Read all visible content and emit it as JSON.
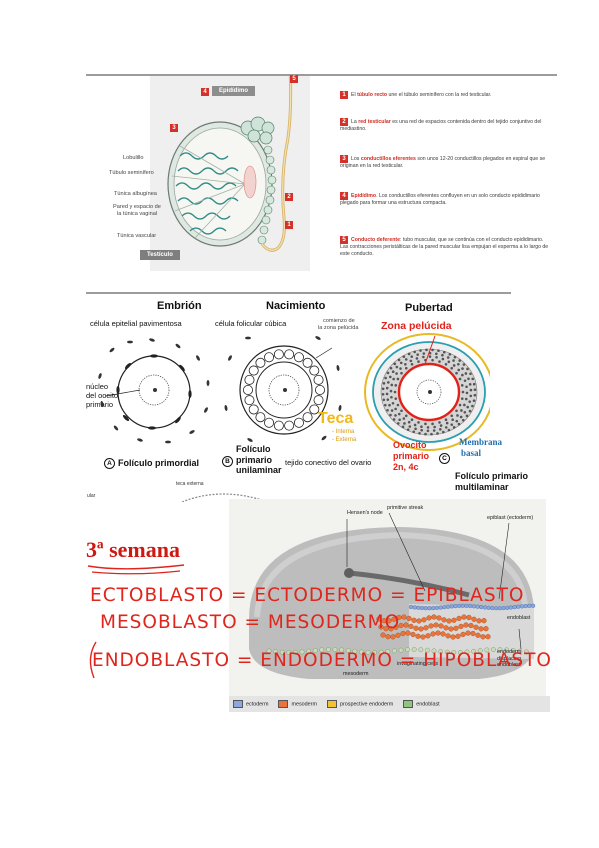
{
  "section1": {
    "badges": {
      "b5": "5",
      "b4": "4",
      "b3": "3",
      "b2": "2",
      "b1": "1"
    },
    "epididimo_tag": "Epidídimo",
    "testiculo_tag": "Testículo",
    "labels": [
      "Lobulillo",
      "Túbulo seminífero",
      "Túnica albugínea",
      "Pared y espacio de",
      "la túnica vaginal",
      "Túnica vascular"
    ],
    "legend": [
      {
        "num": "1",
        "bold": "túbulo recto",
        "pre": "El ",
        "post": " une el túbulo seminífero con la red testicular."
      },
      {
        "num": "2",
        "bold": "red testicular",
        "pre": "La ",
        "post": " es una red de espacios contenida dentro del tejido conjuntivo del mediastino."
      },
      {
        "num": "3",
        "bold": "conductillos eferentes",
        "pre": "Los ",
        "post": " son unos 12-20 conductillos plegados en espiral que se originan en la red testicular."
      },
      {
        "num": "4",
        "bold": "Epidídimo",
        "pre": "",
        "post": ". Los conductillos eferentes confluyen en un solo conducto epididimario plegado para formar una estructura compacta."
      },
      {
        "num": "5",
        "bold": "Conducto deferente",
        "pre": "",
        "post": ": tubo muscular, que se continúa con el conducto epididimario. Las contracciones peristálticas de la pared muscular lisa empujan el esperma a lo largo de este conducto."
      }
    ]
  },
  "section2": {
    "stage_embrion": "Embrión",
    "stage_nacimiento": "Nacimiento",
    "stage_pubertad": "Pubertad",
    "celula_epitelial": "célula epitelial pavimentosa",
    "celula_folicular": "célula folicular cúbica",
    "comienzo_zona": "comienzo de",
    "comienzo_zona2": "la zona pelúcida",
    "zona_pelucida": "Zona pelúcida",
    "nucleo_1": "núcleo",
    "nucleo_2": "del oocito",
    "nucleo_3": "primario",
    "teca": "Teca",
    "teca_interna": "- Interna",
    "teca_externa": "- Externa",
    "membrana_1": "Membrana",
    "membrana_2": "basal",
    "letter_a": "A",
    "letter_b": "B",
    "letter_c": "C",
    "foliculo_primordial": "Folículo primordial",
    "foliculo_primario_1": "Folículo",
    "foliculo_primario_2": "primario",
    "foliculo_primario_3": "unilaminar",
    "tejido_conectivo": "tejido conectivo del ovario",
    "ovocito_1": "Ovocito",
    "ovocito_2": "primario",
    "ovocito_3": "2n, 4c",
    "foliculo_multi_1": "Folículo primario",
    "foliculo_multi_2": "multilaminar",
    "teca_externa_small": "teca externa",
    "tiny_left": "ular"
  },
  "section3": {
    "semana": "3ª semana",
    "hand1": "ECTOBLASTO = ECTODERMO = EPIBLASTO",
    "hand2": "MESOBLASTO = MESODERMO",
    "hand3": "ENDOBLASTO = ENDODERMO = HIPOBLASTO",
    "labels": {
      "hensen": "Hensen's node",
      "primitive": "primitive streak",
      "epiblast": "epiblast (ectoderm)",
      "endoblast": "endoblast",
      "mesoderm": "mesoderm",
      "endoderm_1": "endoderm",
      "endoderm_2": "displacing",
      "endoderm_3": "endoblast",
      "invaginating": "invaginating cells"
    },
    "legend": [
      {
        "label": "ectoderm",
        "color": "#8aa8de"
      },
      {
        "label": "mesoderm",
        "color": "#e8743c"
      },
      {
        "label": "prospective endoderm",
        "color": "#f1c232"
      },
      {
        "label": "endoblast",
        "color": "#93c47d"
      }
    ]
  }
}
